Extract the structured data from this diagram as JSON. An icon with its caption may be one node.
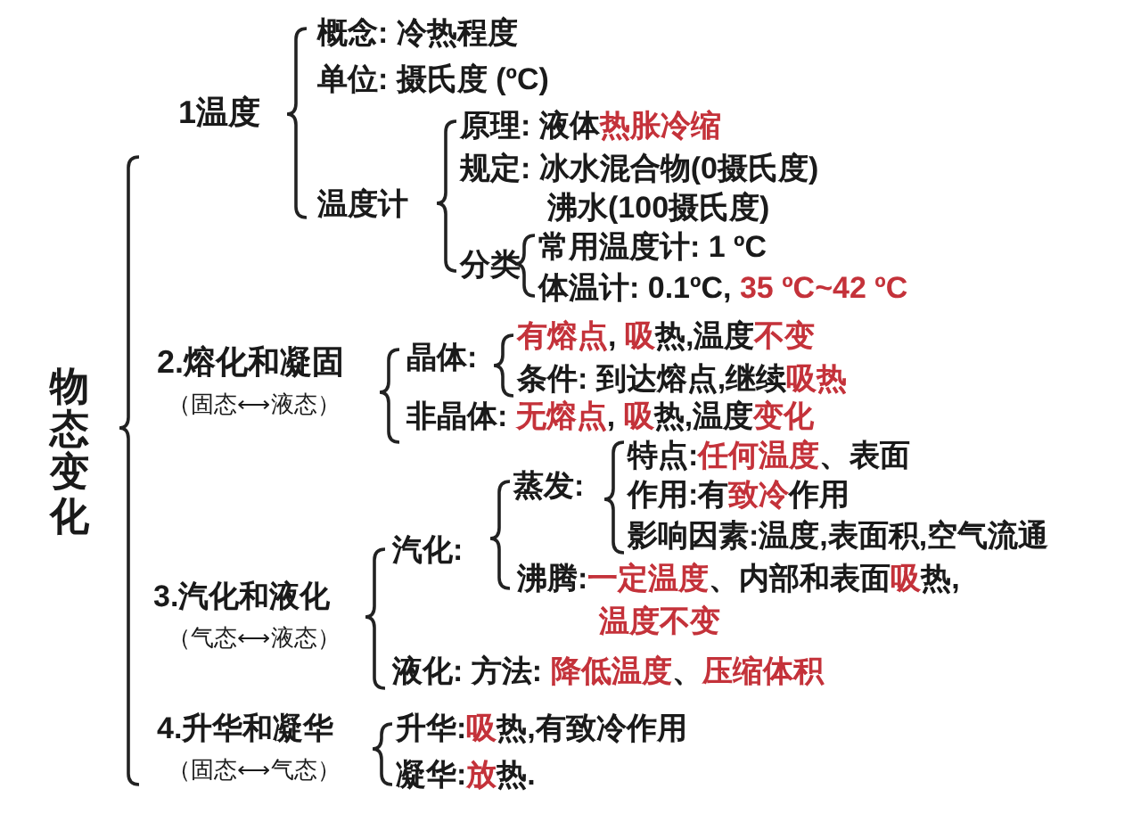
{
  "diagram": {
    "labels": [
      "物态变化",
      "1温度",
      "概念: 冷热程度",
      "单位: 摄氏度 (ºC)",
      "原理: 液体**热胀冷缩**",
      "规定: 冰水混合物(0摄氏度)",
      "温度计",
      "沸水(100摄氏度)",
      "常用温度计: 1 ºC",
      "分类",
      "体温计: 0.1ºC, **35 ºC~42 ºC**",
      "**有熔点**, **吸**热,温度**不变**",
      "2.熔化和凝固",
      "晶体:",
      "条件: 到达熔点,继续**吸热**",
      "（固态⟷液态）",
      "非晶体: **无熔点**, **吸**热,温度**变化**",
      "特点:**任何温度**、表面",
      "蒸发:",
      "作用:有**致冷**作用",
      "影响因素:温度,表面积,空气流通",
      "汽化:",
      "沸腾:**一定温度**、内部和表面**吸**热,",
      "3.汽化和液化",
      "**温度不变**",
      "（气态⟷液态）",
      "液化: 方法: **降低温度**、**压缩体积**",
      "4.升华和凝华",
      "升华:**吸**热,有致冷作用",
      "（固态⟷气态）",
      "凝华:**放**热."
    ]
  }
}
